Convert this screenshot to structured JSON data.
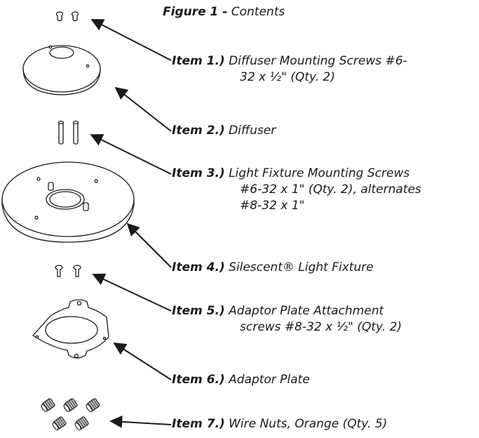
{
  "figure": {
    "label": "Figure 1 -",
    "title": "Contents"
  },
  "items": [
    {
      "label": "Item 1.)",
      "lines": [
        "Diffuser Mounting Screws #6-",
        "32 x ½\" (Qty. 2)"
      ]
    },
    {
      "label": "Item 2.)",
      "lines": [
        "Diffuser"
      ]
    },
    {
      "label": "Item 3.)",
      "lines": [
        "Light Fixture Mounting Screws",
        "#6-32 x 1\" (Qty. 2), alternates",
        "#8-32 x 1\""
      ]
    },
    {
      "label": "Item 4.)",
      "lines": [
        "Silescent® Light Fixture"
      ]
    },
    {
      "label": "Item 5.)",
      "lines": [
        "Adaptor Plate Attachment",
        "screws #8-32 x ½\" (Qty. 2)"
      ]
    },
    {
      "label": "Item 6.)",
      "lines": [
        "Adaptor Plate"
      ]
    },
    {
      "label": "Item 7.)",
      "lines": [
        "Wire Nuts, Orange (Qty. 5)"
      ]
    }
  ],
  "colors": {
    "line": "#1a1a1a",
    "part_fill": "#ffffff",
    "nut_fill": "#bdbdbd"
  }
}
